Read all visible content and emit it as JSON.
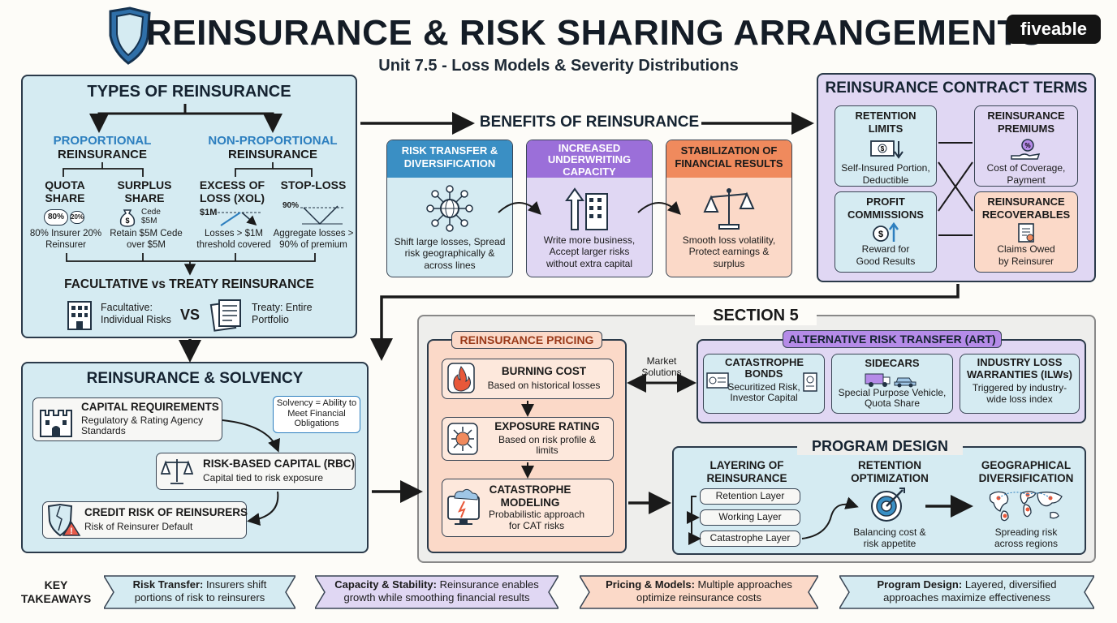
{
  "header": {
    "title": "REINSURANCE & RISK SHARING ARRANGEMENTS",
    "subtitle": "Unit 7.5 - Loss Models & Severity Distributions",
    "brand": "fiveable"
  },
  "types": {
    "title": "TYPES OF REINSURANCE",
    "prop_l1": "PROPORTIONAL",
    "prop_l2": "REINSURANCE",
    "nonprop_l1": "NON-PROPORTIONAL",
    "nonprop_l2": "REINSURANCE",
    "quota_title": "QUOTA SHARE",
    "quota_pct1": "80%",
    "quota_pct2": "20%",
    "quota_desc": "80% Insurer 20% Reinsurer",
    "surplus_title": "SURPLUS SHARE",
    "surplus_cede": "Cede $5M",
    "surplus_desc": "Retain $5M Cede over $5M",
    "xol_title": "EXCESS OF LOSS (XOL)",
    "xol_tag": "$1M",
    "xol_desc": "Losses > $1M threshold covered",
    "stop_title": "STOP-LOSS",
    "stop_tag": "90%",
    "stop_desc": "Aggregate losses > 90% of premium",
    "fac_title": "FACULTATIVE vs TREATY REINSURANCE",
    "fac_desc": "Facultative: Individual Risks",
    "vs": "VS",
    "treaty_desc": "Treaty: Entire Portfolio"
  },
  "benefits": {
    "title": "BENEFITS OF REINSURANCE",
    "items": [
      {
        "title": "RISK TRANSFER & DIVERSIFICATION",
        "desc": "Shift large losses, Spread risk geographically & across lines"
      },
      {
        "title": "INCREASED UNDERWRITING CAPACITY",
        "desc": "Write more business, Accept larger risks without extra capital"
      },
      {
        "title": "STABILIZATION OF FINANCIAL RESULTS",
        "desc": "Smooth loss volatility, Protect earnings & surplus"
      }
    ]
  },
  "contract": {
    "title": "REINSURANCE CONTRACT TERMS",
    "items": [
      {
        "title": "RETENTION LIMITS",
        "desc": "Self-Insured Portion, Deductible"
      },
      {
        "title": "REINSURANCE PREMIUMS",
        "desc": "Cost of Coverage, Payment"
      },
      {
        "title": "PROFIT COMMISSIONS",
        "desc": "Reward for Good Results"
      },
      {
        "title": "REINSURANCE RECOVERABLES",
        "desc": "Claims Owed by Reinsurer"
      }
    ]
  },
  "solvency": {
    "title": "REINSURANCE & SOLVENCY",
    "note": "Solvency = Ability to Meet Financial Obligations",
    "items": [
      {
        "title": "CAPITAL REQUIREMENTS",
        "desc": "Regulatory & Rating Agency Standards"
      },
      {
        "title": "RISK-BASED CAPITAL (RBC)",
        "desc": "Capital tied to risk exposure"
      },
      {
        "title": "CREDIT RISK OF REINSURERS",
        "desc": "Risk of Reinsurer Default"
      }
    ]
  },
  "section5": {
    "title": "SECTION 5",
    "market": "Market Solutions"
  },
  "pricing": {
    "title": "REINSURANCE PRICING",
    "items": [
      {
        "title": "BURNING COST",
        "desc": "Based on historical losses"
      },
      {
        "title": "EXPOSURE RATING",
        "desc": "Based on risk profile & limits"
      },
      {
        "title": "CATASTROPHE MODELING",
        "desc": "Probabilistic approach for CAT risks"
      }
    ]
  },
  "art": {
    "title": "ALTERNATIVE RISK TRANSFER (ART)",
    "items": [
      {
        "title": "CATASTROPHE BONDS",
        "desc": "Securitized Risk, Investor Capital"
      },
      {
        "title": "SIDECARS",
        "desc": "Special Purpose Vehicle, Quota Share"
      },
      {
        "title": "INDUSTRY LOSS WARRANTIES (ILWs)",
        "desc": "Triggered by industry-wide loss index"
      }
    ]
  },
  "program": {
    "title": "PROGRAM DESIGN",
    "layering_title": "LAYERING OF REINSURANCE",
    "layers": [
      "Retention Layer",
      "Working Layer",
      "Catastrophe Layer"
    ],
    "retention_title": "RETENTION OPTIMIZATION",
    "retention_desc": "Balancing cost & risk appetite",
    "geo_title": "GEOGRAPHICAL DIVERSIFICATION",
    "geo_desc": "Spreading risk across regions"
  },
  "takeaways": {
    "label": "KEY TAKEAWAYS",
    "items": [
      {
        "head": "Risk Transfer:",
        "text": "Insurers shift portions of risk to reinsurers",
        "color": "#d5ebf2"
      },
      {
        "head": "Capacity & Stability:",
        "text": "Reinsurance enables growth while smoothing financial results",
        "color": "#e0d7f3"
      },
      {
        "head": "Pricing & Models:",
        "text": "Multiple approaches optimize reinsurance costs",
        "color": "#fbd9c8"
      },
      {
        "head": "Program Design:",
        "text": "Layered, diversified approaches maximize effectiveness",
        "color": "#d5ebf2"
      }
    ]
  },
  "colors": {
    "blue_panel": "#d5ebf2",
    "purple_panel": "#e0d7f3",
    "orange_panel": "#fbd9c8",
    "blue_header": "#3a8fc4",
    "purple_header": "#9b6fd9",
    "orange_header": "#f08a5d",
    "shield": "#2f6fa8"
  }
}
